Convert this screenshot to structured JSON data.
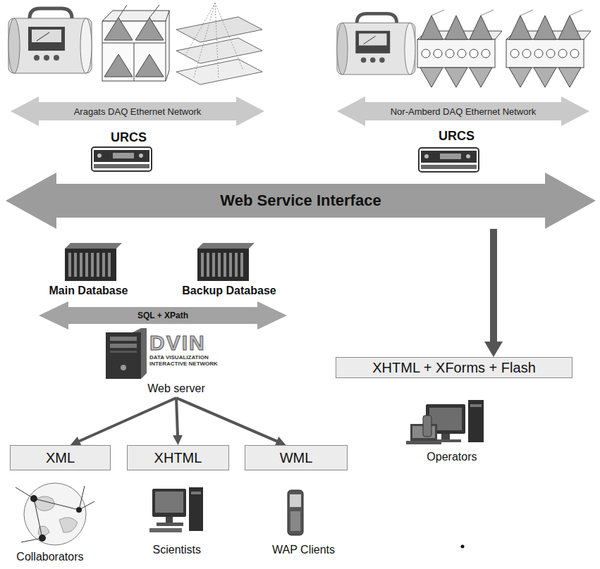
{
  "diagram": {
    "nodes": [
      {
        "text": [
          "Aragats DAQ Ethernet Network"
        ]
      },
      {
        "text": [
          "Nor-Amberd  DAQ Ethernet Network"
        ]
      },
      {
        "text": [
          "URCS"
        ]
      },
      {
        "text": [
          "URCS"
        ]
      },
      {
        "text": [
          "Web Service Interface"
        ]
      },
      {
        "text": [
          "Main Database"
        ]
      },
      {
        "text": [
          "Backup Database"
        ]
      },
      {
        "text": [
          "SQL + XPath"
        ]
      },
      {
        "text": [
          "DVIN",
          "DATA VISUALIZATION INTERACTIVE NETWORK",
          "Web server"
        ]
      },
      {
        "text": [
          "XHTML + XForms + Flash"
        ]
      },
      {
        "text": [
          "XML"
        ]
      },
      {
        "text": [
          "XHTML"
        ]
      },
      {
        "text": [
          "WML"
        ]
      }
    ],
    "edges": [
      {
        "from": 8,
        "to": 10,
        "arrow": "to"
      },
      {
        "from": 8,
        "to": 11,
        "arrow": "to"
      },
      {
        "from": 8,
        "to": 12,
        "arrow": "to"
      },
      {
        "from": 4,
        "to": 9,
        "arrow": "to"
      }
    ],
    "labels": [
      "Collaborators",
      "Scientists",
      "WAP Clients",
      "Operators"
    ]
  }
}
